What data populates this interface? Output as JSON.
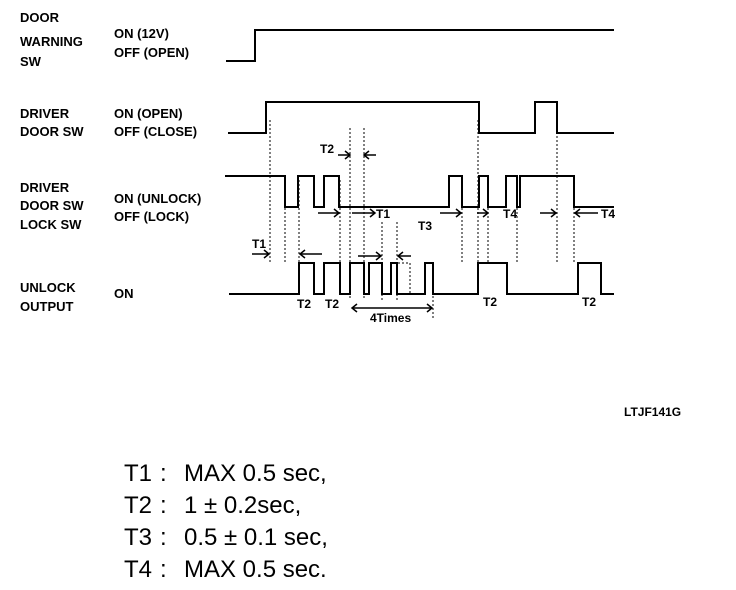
{
  "signals": [
    {
      "id": "door-warning-sw",
      "lines": [
        "DOOR",
        "WARNING",
        "SW"
      ],
      "states": [
        "ON (12V)",
        "OFF (OPEN)"
      ]
    },
    {
      "id": "driver-door-sw",
      "lines": [
        "DRIVER",
        "DOOR SW"
      ],
      "states": [
        "ON (OPEN)",
        "OFF (CLOSE)"
      ]
    },
    {
      "id": "driver-door-sw-lock-sw",
      "lines": [
        "DRIVER",
        "DOOR SW",
        "LOCK SW"
      ],
      "states": [
        "ON (UNLOCK)",
        "OFF (LOCK)"
      ]
    },
    {
      "id": "unlock-output",
      "lines": [
        "UNLOCK",
        "OUTPUT"
      ],
      "states": [
        "ON"
      ]
    }
  ],
  "timing_labels": {
    "t1_top": "T1",
    "t1_lock": "T1",
    "t2_top": "T2",
    "t3": "T3",
    "t4_a": "T4",
    "t4_b": "T4",
    "t2_out_1": "T2",
    "t2_out_2": "T2",
    "t2_out_3": "T2",
    "t2_out_4": "T2",
    "four_times": "4Times"
  },
  "figure_id": "LTJF141G",
  "legend": [
    {
      "key": "T1",
      "sep": ":",
      "value": "MAX 0.5 sec,"
    },
    {
      "key": "T2",
      "sep": ":",
      "value": "1 ± 0.2sec,"
    },
    {
      "key": "T3",
      "sep": ":",
      "value": "0.5 ± 0.1 sec,"
    },
    {
      "key": "T4",
      "sep": ":",
      "value": "MAX 0.5 sec."
    }
  ]
}
